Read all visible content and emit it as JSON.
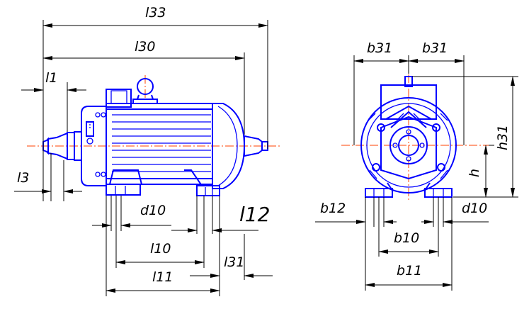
{
  "labels": {
    "l33": "l33",
    "l30": "l30",
    "l1": "l1",
    "l3": "l3",
    "d10_side": "d10",
    "l12": "l12",
    "l10": "l10",
    "l31": "l31",
    "l11": "l11",
    "b31_left": "b31",
    "b31_right": "b31",
    "h31": "h31",
    "h": "h",
    "b12": "b12",
    "d10_front": "d10",
    "b10": "b10",
    "b11": "b11"
  },
  "colors": {
    "outline": "#0000ff",
    "axis": "#ff4000",
    "dimension": "#000000"
  }
}
